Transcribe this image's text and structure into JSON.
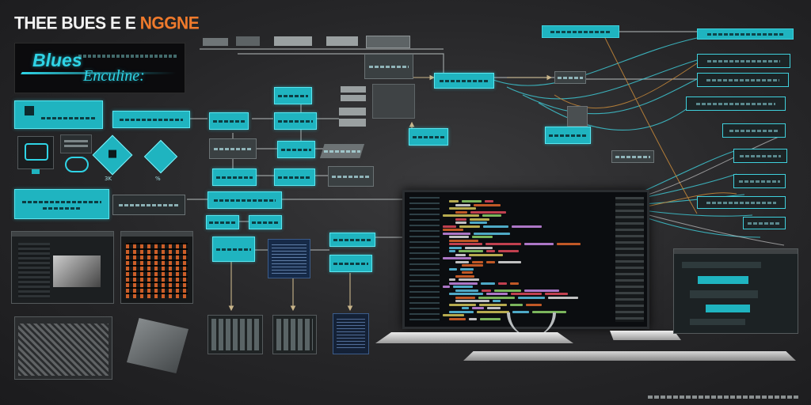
{
  "header": {
    "title_main": "THEE BUES E E ",
    "title_accent": "NGGNE"
  },
  "logo": {
    "line1": "Blues",
    "line2": "Enculine:"
  },
  "icons": {
    "badge_3k": "3K",
    "badge_side": "%"
  },
  "colors": {
    "accent_cyan": "#1fb4c0",
    "accent_orange": "#f07a2c",
    "background": "#262628"
  }
}
